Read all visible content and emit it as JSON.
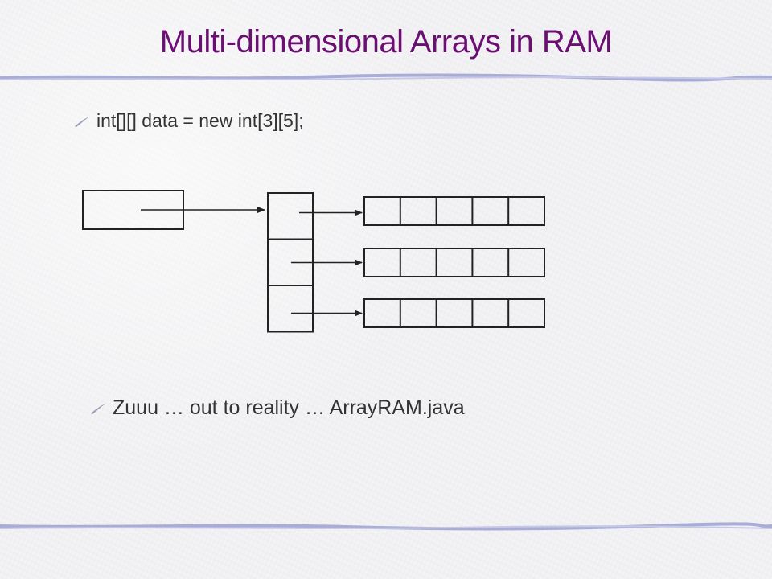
{
  "slide": {
    "title": "Multi-dimensional Arrays in RAM",
    "bullets": [
      {
        "text": "int[][] data = new int[3][5];"
      },
      {
        "text": "Zuuu … out to reality … ArrayRAM.java"
      }
    ]
  },
  "diagram": {
    "reference_cells": 1,
    "row_pointer_cells": 3,
    "rows": 3,
    "columns": 5
  },
  "colors": {
    "title": "#6b0f73",
    "text": "#333333",
    "rule": "#a9acd6",
    "bullet_icon": "#9aa0b8",
    "diagram_line": "#222222"
  }
}
